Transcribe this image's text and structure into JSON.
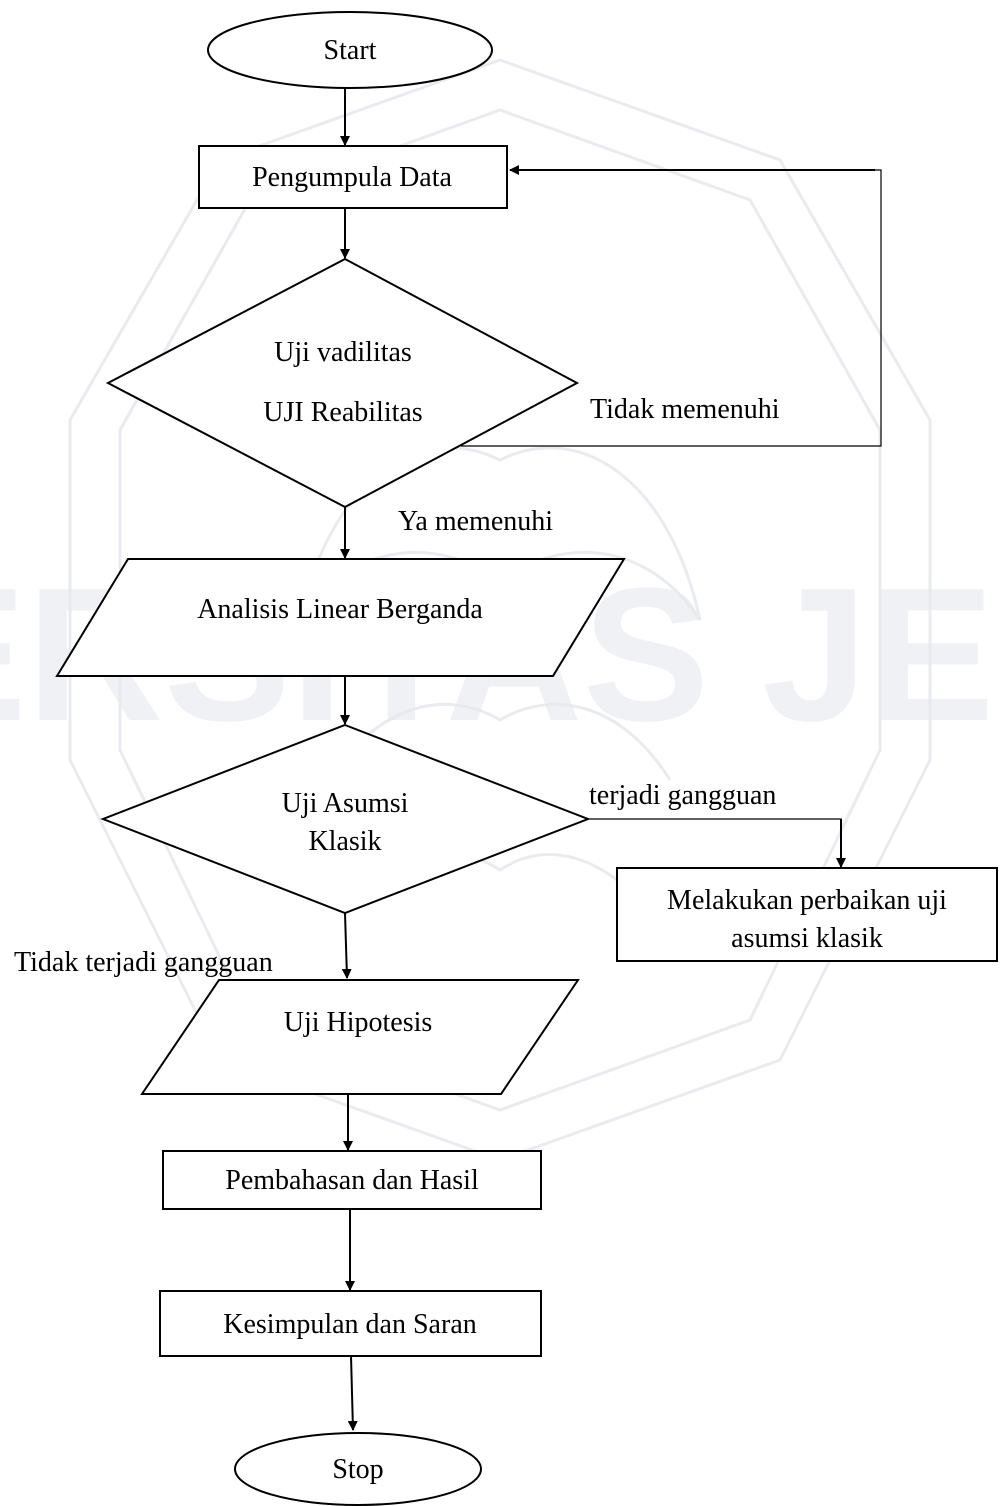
{
  "diagram": {
    "nodes": {
      "start": "Start",
      "collect": "Pengumpula Data",
      "validity_line1": "Uji vadilitas",
      "validity_line2": "UJI Reabilitas",
      "regression": "Analisis Linear Berganda",
      "assumption_line1": "Uji Asumsi",
      "assumption_line2": "Klasik",
      "repair_line1": "Melakukan perbaikan uji",
      "repair_line2": "asumsi klasik",
      "hypothesis": "Uji Hipotesis",
      "discussion": "Pembahasan dan Hasil",
      "conclusion": "Kesimpulan dan Saran",
      "stop": "Stop"
    },
    "edge_labels": {
      "not_met": "Tidak memenuhi",
      "met": "Ya  memenuhi",
      "disturbance": "terjadi gangguan",
      "no_disturbance": "Tidak terjadi gangguan"
    }
  },
  "watermark": {
    "text": "UNIVERSITAS JEMBER",
    "color": "#d6dbe3"
  }
}
